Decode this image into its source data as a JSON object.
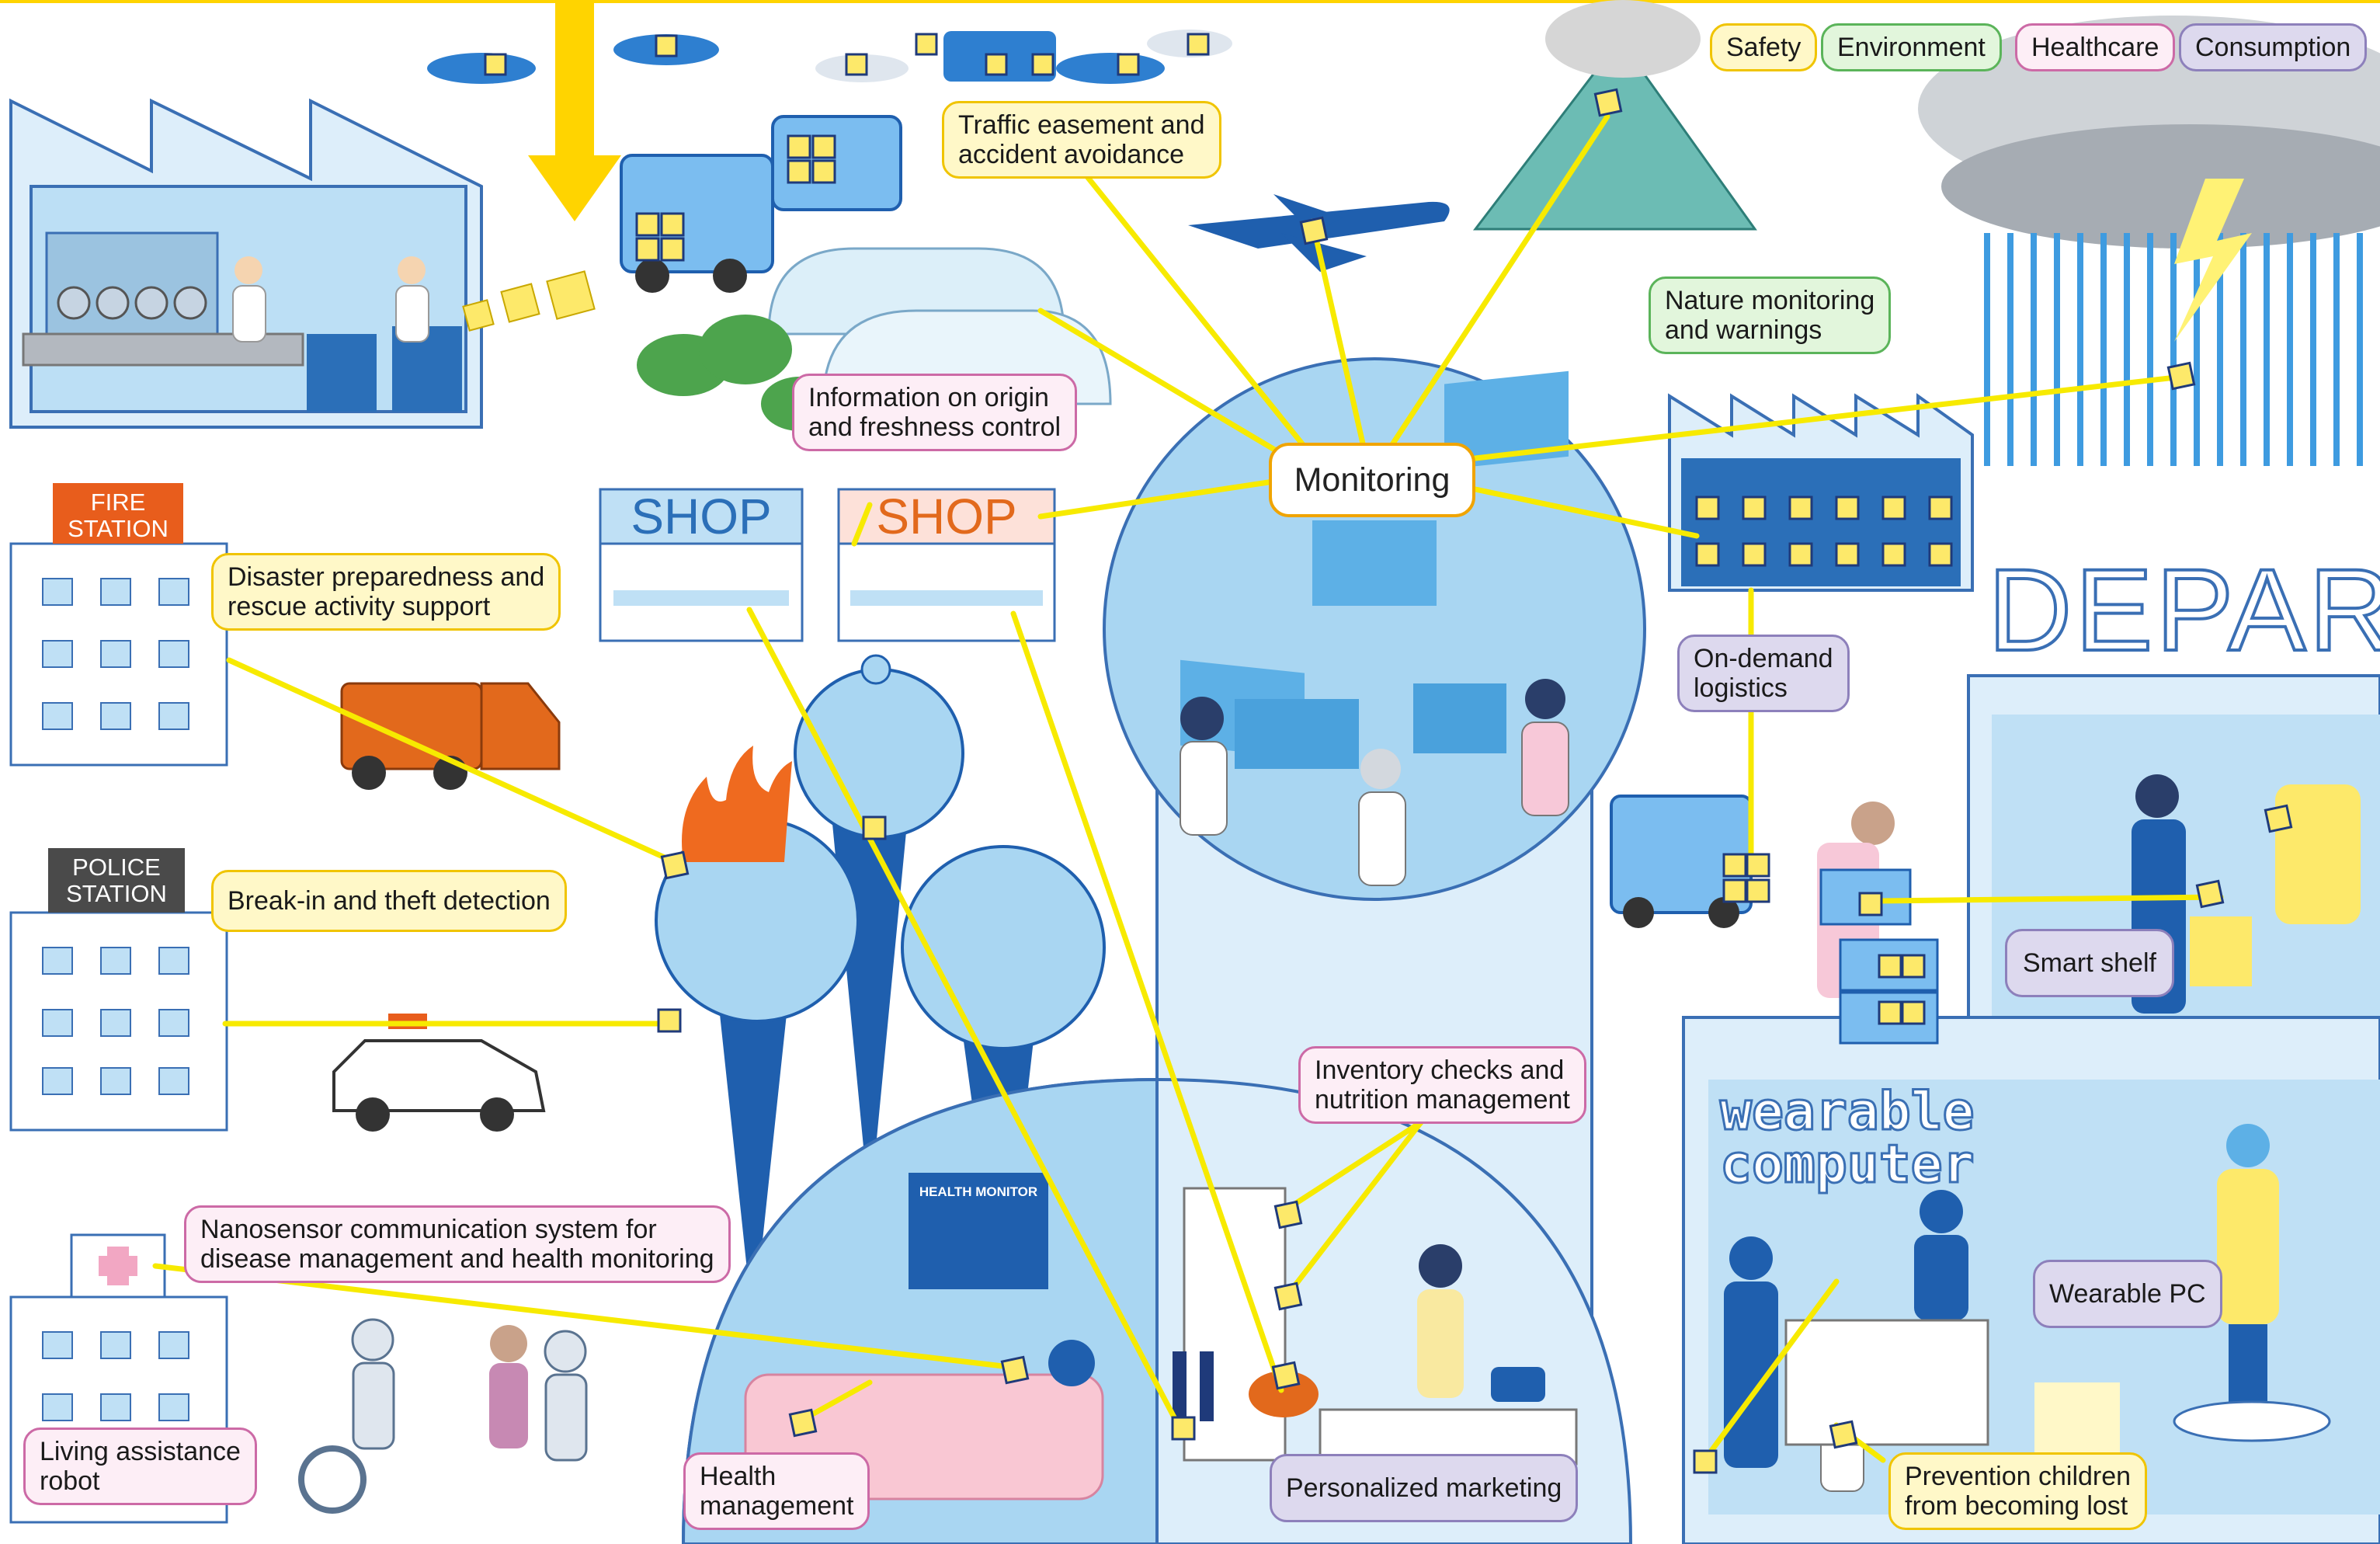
{
  "legend": {
    "safety": "Safety",
    "environment": "Environment",
    "healthcare": "Healthcare",
    "consumption": "Consumption"
  },
  "hub": {
    "label": "Monitoring"
  },
  "labels": {
    "traffic": [
      "Traffic easement and",
      "accident avoidance"
    ],
    "nature": [
      "Nature monitoring",
      "and warnings"
    ],
    "origin": [
      "Information on origin",
      "and freshness control"
    ],
    "disaster": [
      "Disaster preparedness and",
      "rescue activity support"
    ],
    "breakin": "Break-in and theft detection",
    "logistics": [
      "On-demand",
      "logistics"
    ],
    "smart_shelf": "Smart shelf",
    "inventory": [
      "Inventory checks and",
      "nutrition management"
    ],
    "nanosensor": [
      "Nanosensor communication system for",
      "disease management and health monitoring"
    ],
    "wearable_pc": "Wearable PC",
    "living": [
      "Living assistance",
      "robot"
    ],
    "health_mgmt": [
      "Health",
      "management"
    ],
    "marketing": "Personalized marketing",
    "lost": [
      "Prevention children",
      "from becoming lost"
    ]
  },
  "signs": {
    "fire": [
      "FIRE",
      "STATION"
    ],
    "police": [
      "POLICE",
      "STATION"
    ],
    "shop1": "SHOP",
    "shop2": "SHOP",
    "department": "DEPART",
    "wearable": [
      "wearable",
      "computer"
    ],
    "health_monitor": "HEALTH MONITOR"
  },
  "colors": {
    "connector": "#f7ea00",
    "arrow": "#ffd400",
    "building_blue": "#bfe0f5",
    "dome": "#a9d6f2",
    "dark_blue": "#1f5fae",
    "fire_orange": "#e2691c"
  }
}
